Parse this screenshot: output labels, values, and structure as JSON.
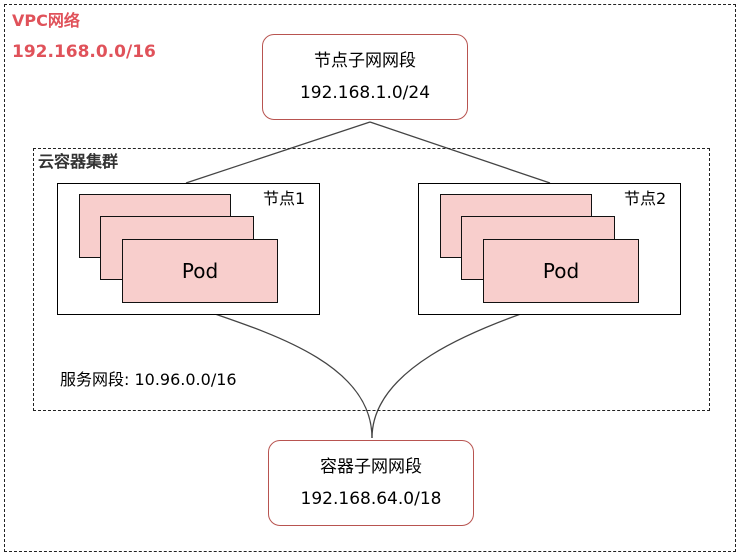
{
  "vpc": {
    "label": "VPC网络",
    "cidr": "192.168.0.0/16"
  },
  "cluster": {
    "label": "云容器集群",
    "service_cidr_label": "服务网段: 10.96.0.0/16"
  },
  "node_subnet": {
    "title": "节点子网网段",
    "cidr": "192.168.1.0/24"
  },
  "pod_subnet": {
    "title": "容器子网网段",
    "cidr": "192.168.64.0/18"
  },
  "nodes": [
    {
      "label": "节点1",
      "pod_label": "Pod"
    },
    {
      "label": "节点2",
      "pod_label": "Pod"
    }
  ],
  "colors": {
    "accent": "#e0525a",
    "pod_fill": "#f8cecc",
    "subnet_border": "#b85450"
  }
}
